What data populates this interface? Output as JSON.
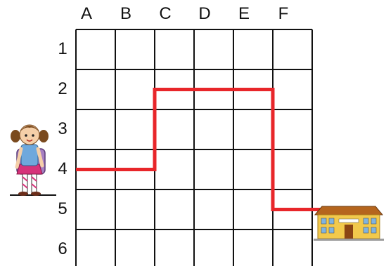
{
  "grid": {
    "columns": [
      "A",
      "B",
      "C",
      "D",
      "E",
      "F"
    ],
    "rows": [
      "1",
      "2",
      "3",
      "4",
      "5",
      "6"
    ]
  },
  "path": {
    "color": "#e8262a",
    "points": [
      [
        "A",
        4.5
      ],
      [
        "C",
        4.5
      ],
      [
        "C",
        2.5
      ],
      [
        "F",
        2.5
      ],
      [
        "F",
        5.5
      ],
      [
        "G",
        5.5
      ]
    ]
  },
  "colors": {
    "grid_line": "#111111",
    "girl_shirt": "#6fa8dc",
    "girl_skirt": "#d6337a",
    "girl_hair": "#7a4a1e",
    "backpack": "#a77fc2",
    "school_wall": "#f2c94c",
    "school_roof": "#b5651d"
  },
  "icons": {
    "start": "girl-with-backpack-icon",
    "end": "school-building-icon"
  }
}
